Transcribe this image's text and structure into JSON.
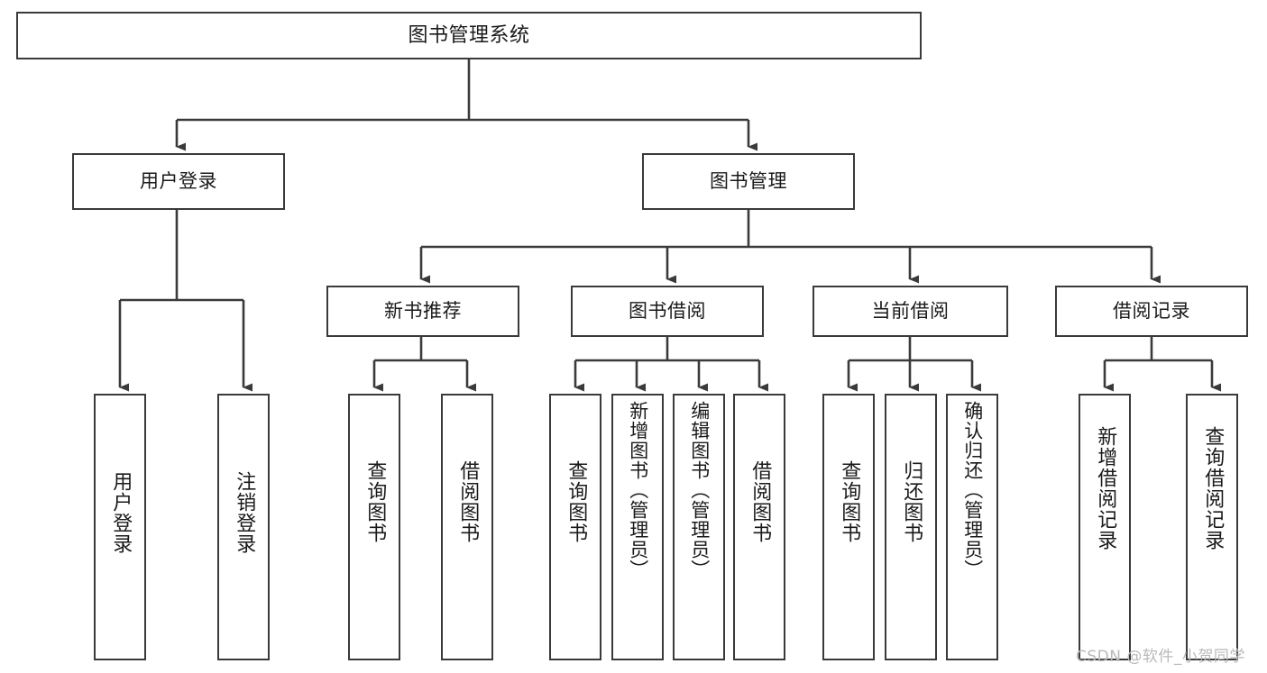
{
  "diagram": {
    "title": "图书管理系统",
    "type": "tree",
    "root": {
      "id": "root",
      "label": "图书管理系统"
    },
    "level2": [
      {
        "id": "user-login",
        "label": "用户登录"
      },
      {
        "id": "book-mgmt",
        "label": "图书管理"
      }
    ],
    "level3": [
      {
        "id": "new-book-rec",
        "label": "新书推荐"
      },
      {
        "id": "book-borrow",
        "label": "图书借阅"
      },
      {
        "id": "current-borrow",
        "label": "当前借阅"
      },
      {
        "id": "borrow-record",
        "label": "借阅记录"
      }
    ],
    "leaves": {
      "user_login": [
        {
          "id": "leaf-user-login",
          "label": "用户登录"
        },
        {
          "id": "leaf-logout",
          "label": "注销登录"
        }
      ],
      "new_book_rec": [
        {
          "id": "leaf-query-book-1",
          "label": "查询图书"
        },
        {
          "id": "leaf-borrow-book-1",
          "label": "借阅图书"
        }
      ],
      "book_borrow": [
        {
          "id": "leaf-query-book-2",
          "label": "查询图书"
        },
        {
          "id": "leaf-add-book",
          "label": "新增图书（管理员）"
        },
        {
          "id": "leaf-edit-book",
          "label": "编辑图书（管理员）"
        },
        {
          "id": "leaf-borrow-book-2",
          "label": "借阅图书"
        }
      ],
      "current_borrow": [
        {
          "id": "leaf-query-book-3",
          "label": "查询图书"
        },
        {
          "id": "leaf-return-book",
          "label": "归还图书"
        },
        {
          "id": "leaf-confirm-return",
          "label": "确认归还（管理员）"
        }
      ],
      "borrow_record": [
        {
          "id": "leaf-add-record",
          "label": "新增借阅记录"
        },
        {
          "id": "leaf-query-record",
          "label": "查询借阅记录"
        }
      ]
    }
  },
  "watermark": {
    "text": "CSDN @软件_小贺同学"
  },
  "colors": {
    "stroke": "#3a3a3a",
    "fill": "#ffffff",
    "text": "#1a1a1a",
    "watermark": "#b9b9b9"
  }
}
